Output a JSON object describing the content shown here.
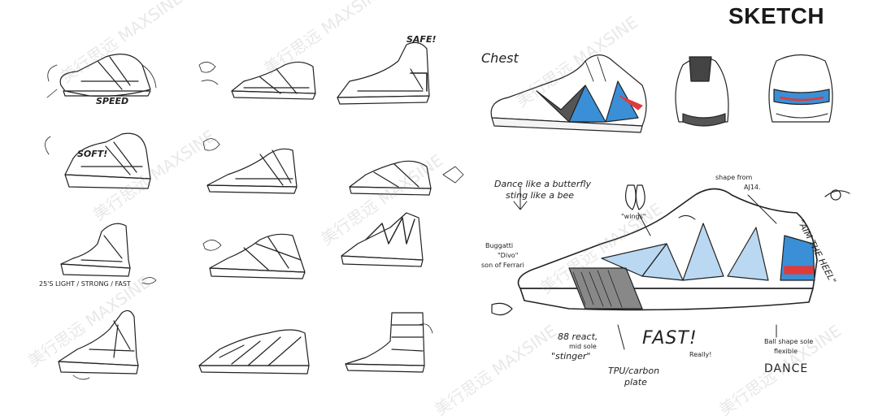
{
  "header": {
    "title": "SKETCH"
  },
  "watermark": {
    "text": "美行思远 MAXSINE",
    "color": "#9a9a9a"
  },
  "left_notes": {
    "speed": "SPEED",
    "safe": "SAFE!",
    "soft": "SOFT!",
    "light": "25'S LIGHT / STRONG / FAST"
  },
  "right_notes": {
    "brand": "Chest",
    "dance_like": "Dance like a butterfly",
    "sting_like": "sting like a bee",
    "shape_from": "shape from",
    "aj14": "AJ14.",
    "wings": "\"wings\"",
    "aim": "\"AIM THE HEEL\"",
    "bugatti": "Buggatti",
    "divo": "\"Divo\"",
    "son_of": "son of Ferrari",
    "fast": "FAST!",
    "really": "Really!",
    "react": "88 react,",
    "midsole": "mid sole",
    "stinger": "\"stinger\"",
    "tpu": "TPU/carbon",
    "plate": "plate",
    "ball": "Ball shape sole",
    "flexible": "flexible",
    "dance": "DANCE"
  },
  "colors": {
    "blue": "#3a8fd6",
    "red": "#e03a3a",
    "ink": "#222222"
  }
}
